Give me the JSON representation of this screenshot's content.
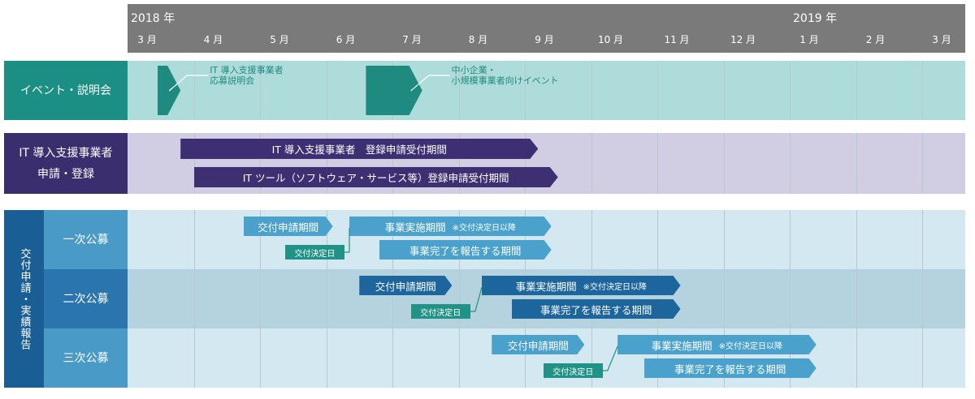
{
  "chart_data": {
    "type": "gantt",
    "years": [
      {
        "label": "2018 年",
        "month_index": 0
      },
      {
        "label": "2019 年",
        "month_index": 10
      }
    ],
    "months": [
      "3 月",
      "4 月",
      "5 月",
      "6 月",
      "7 月",
      "8 月",
      "9 月",
      "10 月",
      "11 月",
      "12 月",
      "1 月",
      "2 月",
      "3 月"
    ],
    "rows": [
      {
        "id": "events",
        "label": "イベント・説明会",
        "events": [
          {
            "text_lines": [
              "IT 導入支援事業者",
              "応募説明会"
            ],
            "start": 0.45,
            "end": 0.8
          },
          {
            "text_lines": [
              "中小企業・",
              "小規模事業者向けイベント"
            ],
            "start": 3.6,
            "end": 4.45
          }
        ]
      },
      {
        "id": "registration",
        "label_lines": [
          "IT 導入支援事業者",
          "申請・登録"
        ],
        "bars": [
          {
            "text": "IT 導入支援事業者　登録申請受付期間",
            "start": 0.8,
            "end": 6.2
          },
          {
            "text": "IT ツール（ソフトウェア・サービス等）登録申請受付期間",
            "start": 1.0,
            "end": 6.5
          }
        ]
      },
      {
        "id": "grant",
        "label": "交付申請・実績報告",
        "subrows": [
          {
            "label": "一次公募",
            "apply": {
              "text": "交付申請期間",
              "start": 1.75,
              "end": 3.1
            },
            "decision": {
              "text": "交付決定日",
              "at": 3.3
            },
            "implement": {
              "text": "事業実施期間",
              "note": "※交付決定日以降",
              "start": 3.35,
              "end": 6.4
            },
            "report": {
              "text": "事業完了を報告する期間",
              "start": 3.8,
              "end": 6.4
            }
          },
          {
            "label": "二次公募",
            "apply": {
              "text": "交付申請期間",
              "start": 3.5,
              "end": 4.9
            },
            "decision": {
              "text": "交付決定日",
              "at": 5.2
            },
            "implement": {
              "text": "事業実施期間",
              "note": "※交付決定日以降",
              "start": 5.35,
              "end": 8.35
            },
            "report": {
              "text": "事業完了を報告する期間",
              "start": 5.8,
              "end": 8.35
            }
          },
          {
            "label": "三次公募",
            "apply": {
              "text": "交付申請期間",
              "start": 5.5,
              "end": 6.9
            },
            "decision": {
              "text": "交付決定日",
              "at": 7.2
            },
            "implement": {
              "text": "事業実施期間",
              "note": "※交付決定日以降",
              "start": 7.4,
              "end": 10.4
            },
            "report": {
              "text": "事業完了を報告する期間",
              "start": 7.8,
              "end": 10.4
            }
          }
        ]
      }
    ]
  },
  "colors": {
    "year_bar": "#7a7a7a",
    "event_label": "#1b8f84",
    "event_bg": "#aedcda",
    "event_shape": "#1f8a80",
    "reg_label": "#3a2e6e",
    "reg_bg": "#d1cde3",
    "reg_bar": "#3e2f73",
    "grant_main_label": "#1a5e96",
    "grant_sub_label_1": "#4a9ac8",
    "grant_sub_label_2": "#2a75ad",
    "grant_sub_label_3": "#4a9ac8",
    "grant_bg_1": "#d3e8f0",
    "grant_bg_2": "#b5d2df",
    "grant_bg_3": "#d3e8f0",
    "bar_light": "#4aa1cc",
    "bar_dark": "#1d669d",
    "decision_tag": "#209386"
  }
}
